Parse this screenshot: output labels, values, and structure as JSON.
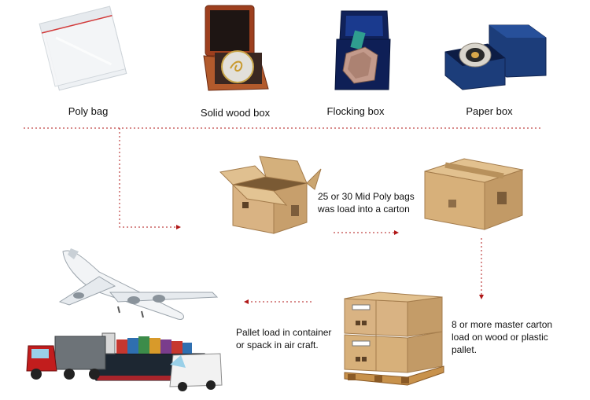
{
  "packages": {
    "poly_bag": "Poly bag",
    "solid_wood_box": "Solid wood box",
    "flocking_box": "Flocking box",
    "paper_box": "Paper box"
  },
  "steps": {
    "carton_note": [
      "25 or 30 Mid Poly bags",
      "was load into a carton"
    ],
    "pallet_note": [
      "8 or more master carton",
      "load on wood or plastic",
      "pallet."
    ],
    "shipping_note": [
      "Pallet load in container",
      "or spack in air craft."
    ]
  },
  "colors": {
    "arrow": "#b01818",
    "cardboard": "#d9b383",
    "cardboard_dark": "#b98e5d",
    "wood": "#b25a2c",
    "blue_box": "#1c3d7a"
  }
}
